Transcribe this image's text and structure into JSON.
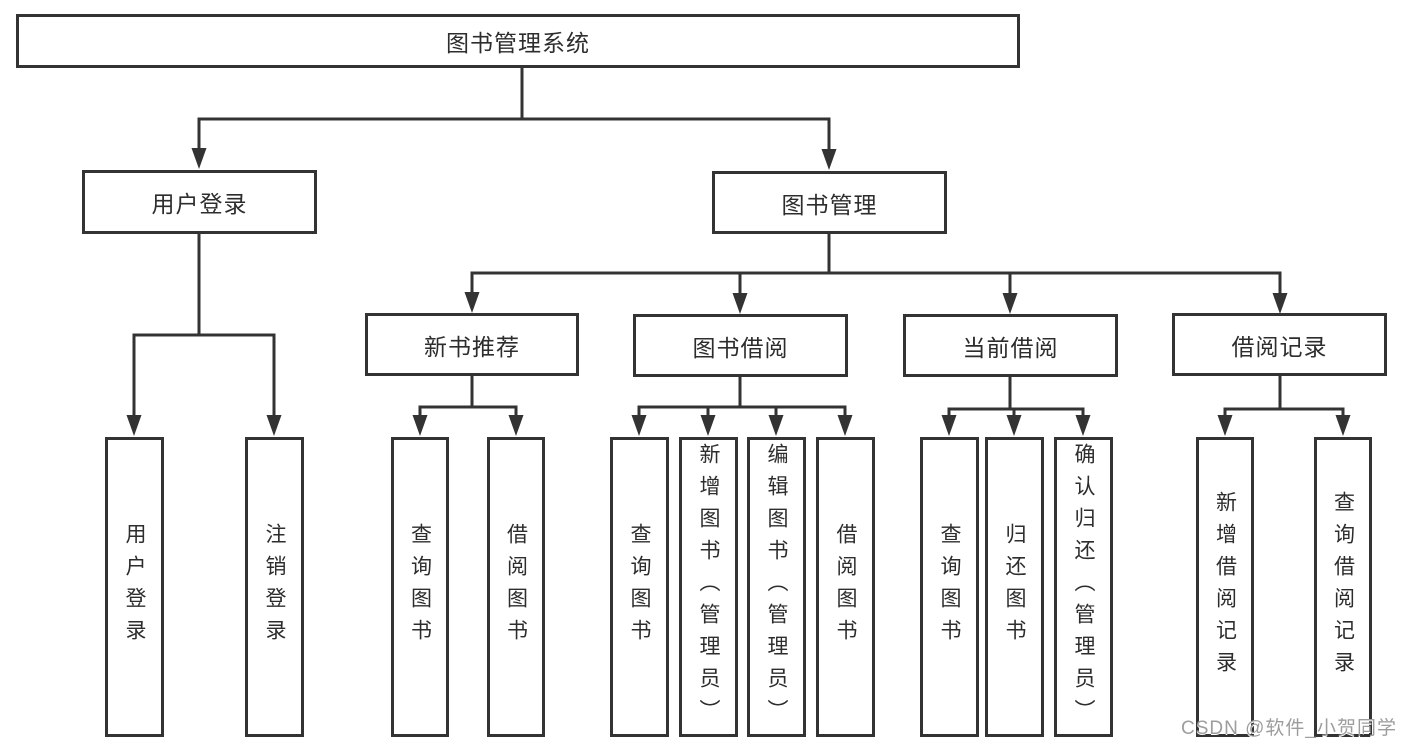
{
  "colors": {
    "line": "#333333",
    "box_border": "#333333",
    "text": "#2d2d2d",
    "background": "#ffffff",
    "watermark": "#9d9d9d"
  },
  "watermark": {
    "text": "CSDN @软件_小贺同学"
  },
  "tree": {
    "label": "图书管理系统",
    "children": [
      {
        "label": "用户登录",
        "children": [
          {
            "label": "用户登录"
          },
          {
            "label": "注销登录"
          }
        ]
      },
      {
        "label": "图书管理",
        "children": [
          {
            "label": "新书推荐",
            "children": [
              {
                "label": "查询图书"
              },
              {
                "label": "借阅图书"
              }
            ]
          },
          {
            "label": "图书借阅",
            "children": [
              {
                "label": "查询图书"
              },
              {
                "label": "新增图书（管理员）"
              },
              {
                "label": "编辑图书（管理员）"
              },
              {
                "label": "借阅图书"
              }
            ]
          },
          {
            "label": "当前借阅",
            "children": [
              {
                "label": "查询图书"
              },
              {
                "label": "归还图书"
              },
              {
                "label": "确认归还（管理员）"
              }
            ]
          },
          {
            "label": "借阅记录",
            "children": [
              {
                "label": "新增借阅记录"
              },
              {
                "label": "查询借阅记录"
              }
            ]
          }
        ]
      }
    ]
  }
}
